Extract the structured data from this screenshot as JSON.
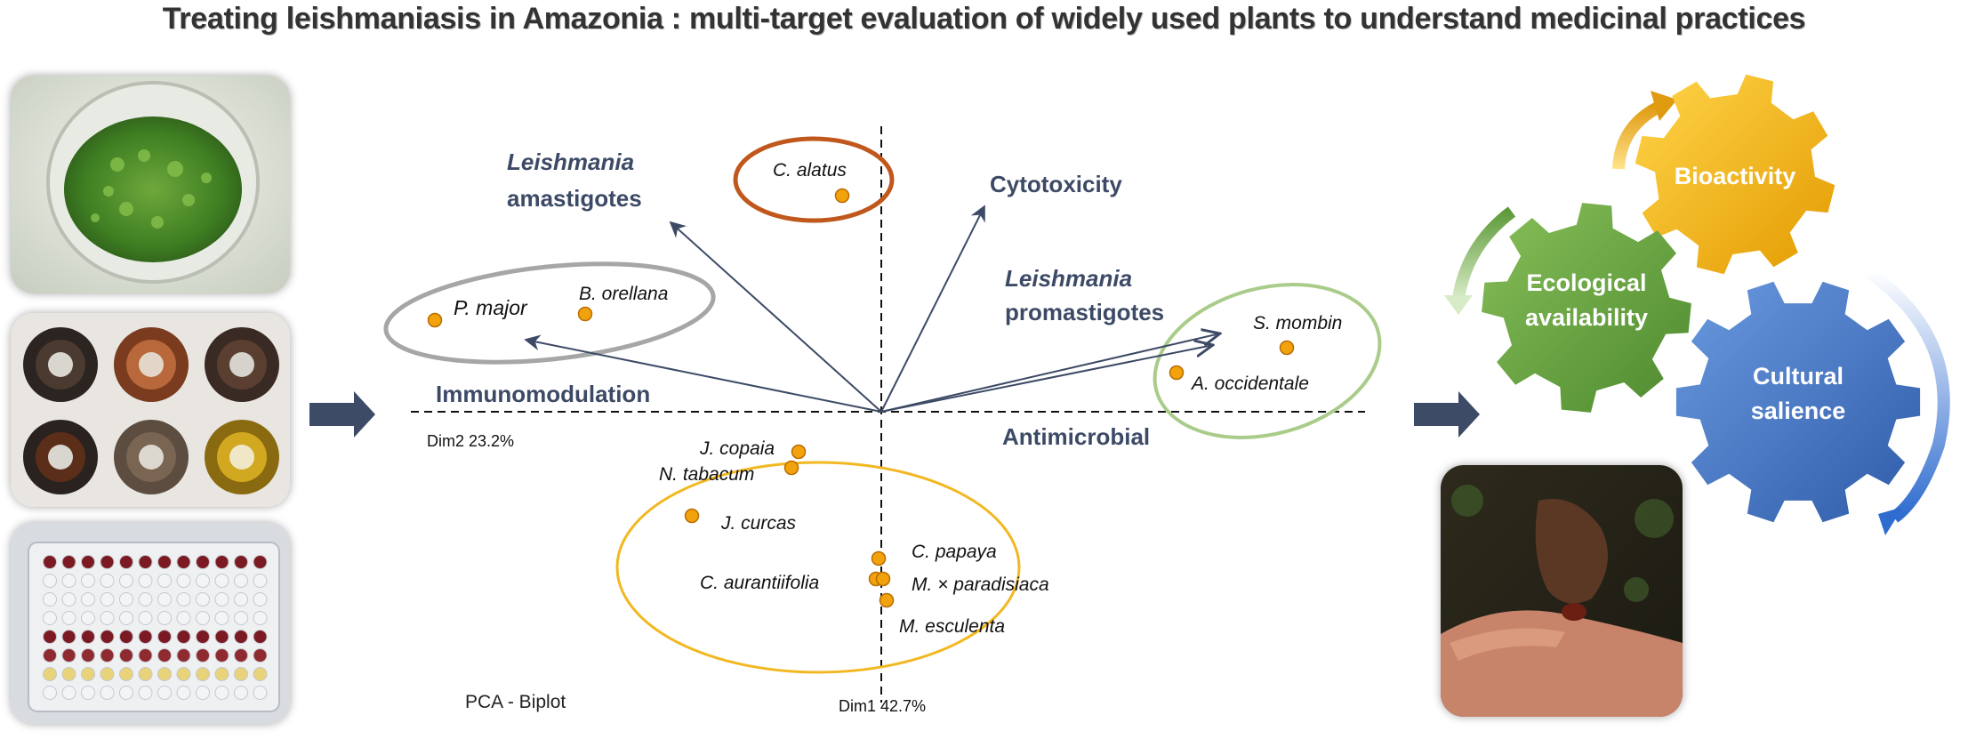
{
  "title": "Treating leishmaniasis in Amazonia : multi-target evaluation of widely used plants to understand medicinal practices",
  "biplot": {
    "caption": "PCA - Biplot",
    "dim1_label": "Dim1 42.7%",
    "dim2_label": "Dim2 23.2%",
    "vectors": [
      {
        "label_italic": "Leishmania",
        "label": "amastigotes"
      },
      {
        "label": "Cytotoxicity"
      },
      {
        "label_italic": "Leishmania",
        "label": "promastigotes"
      },
      {
        "label": "Immunomodulation"
      },
      {
        "label": "Antimicrobial"
      }
    ],
    "species": [
      "C. alatus",
      "P. major",
      "B. orellana",
      "S. mombin",
      "A. occidentale",
      "J. copaia",
      "N. tabacum",
      "J. curcas",
      "C. papaya",
      "C. aurantiifolia",
      "M. × paradisiaca",
      "M. esculenta"
    ]
  },
  "gears": {
    "bioactivity": {
      "label": "Bioactivity",
      "color": "#f2b50c"
    },
    "ecological": {
      "line1": "Ecological",
      "line2": "availability",
      "color": "#6aa245"
    },
    "cultural": {
      "line1": "Cultural",
      "line2": "salience",
      "color": "#3f74c6"
    }
  },
  "colors": {
    "arrow": "#3d4a66",
    "point": "#f2a20c",
    "ellipse_orange": "#c0571c",
    "ellipse_grey": "#a6a6a6",
    "ellipse_green": "#a9cc8a",
    "ellipse_yellow": "#f2b822"
  }
}
